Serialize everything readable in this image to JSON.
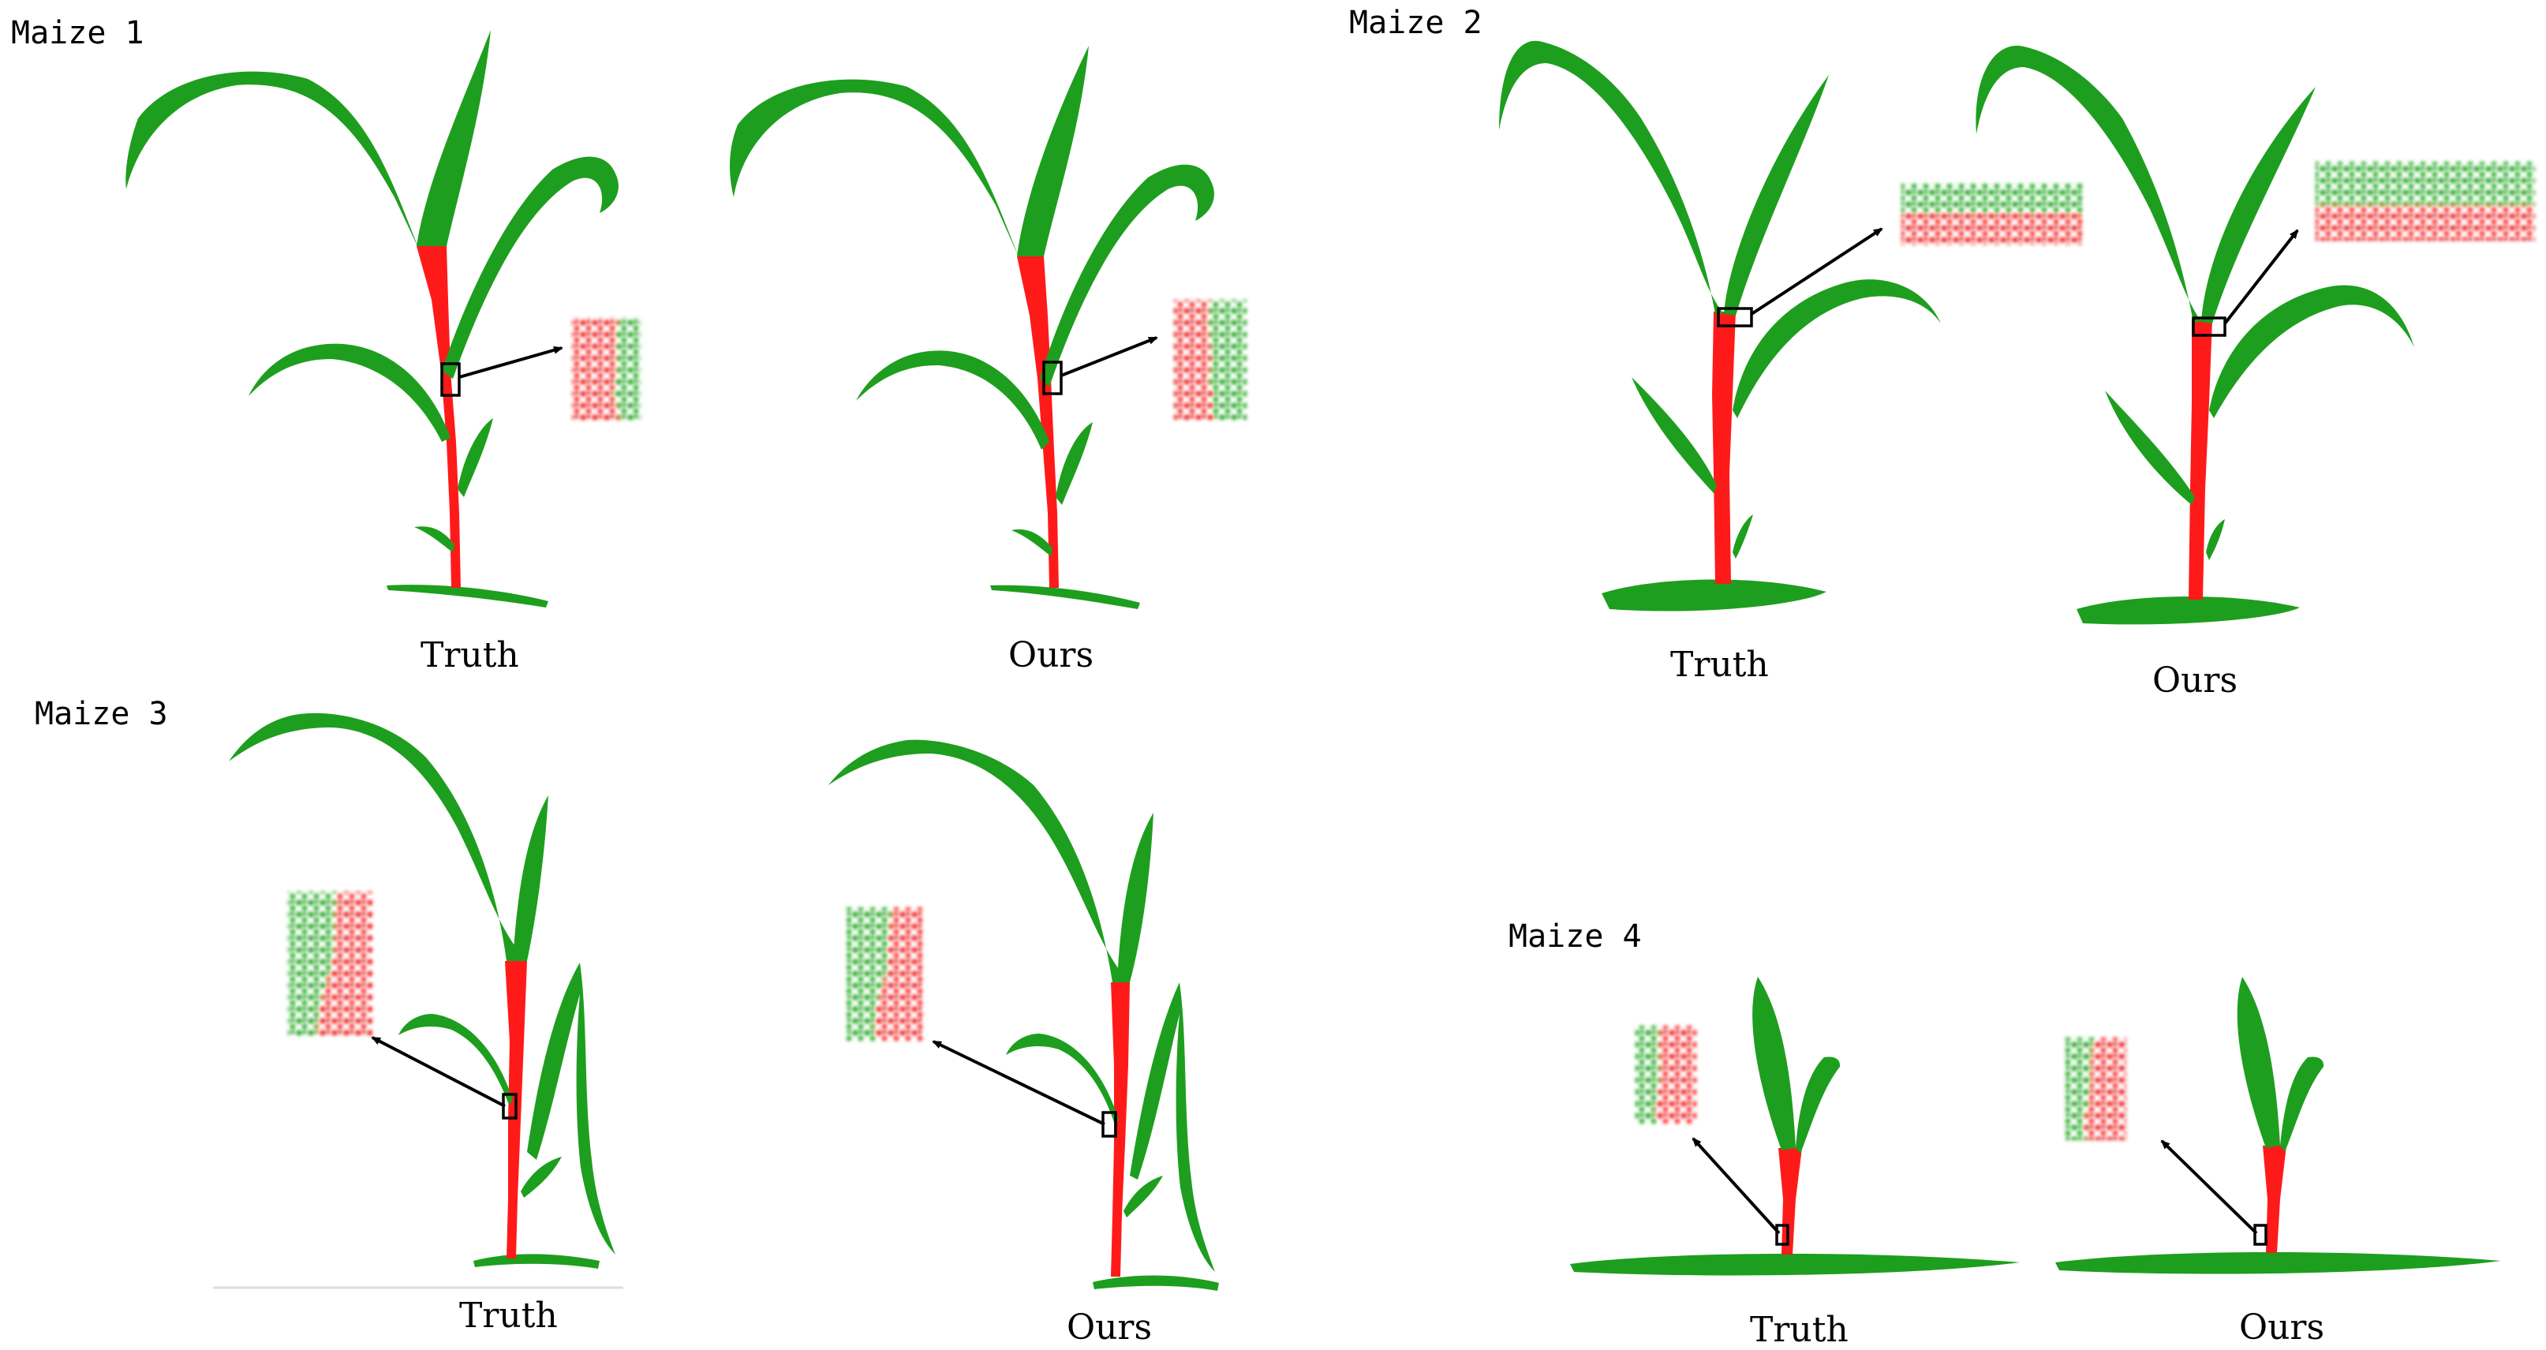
{
  "colors": {
    "leaf": "#1e9e1e",
    "stem": "#ff1a1a",
    "box": "#000000",
    "background": "#ffffff"
  },
  "panels": [
    {
      "title": "Maize 1",
      "captions": [
        "Truth",
        "Ours"
      ]
    },
    {
      "title": "Maize 2",
      "captions": [
        "Truth",
        "Ours"
      ]
    },
    {
      "title": "Maize 3",
      "captions": [
        "Truth",
        "Ours"
      ]
    },
    {
      "title": "Maize 4",
      "captions": [
        "Truth",
        "Ours"
      ]
    }
  ]
}
